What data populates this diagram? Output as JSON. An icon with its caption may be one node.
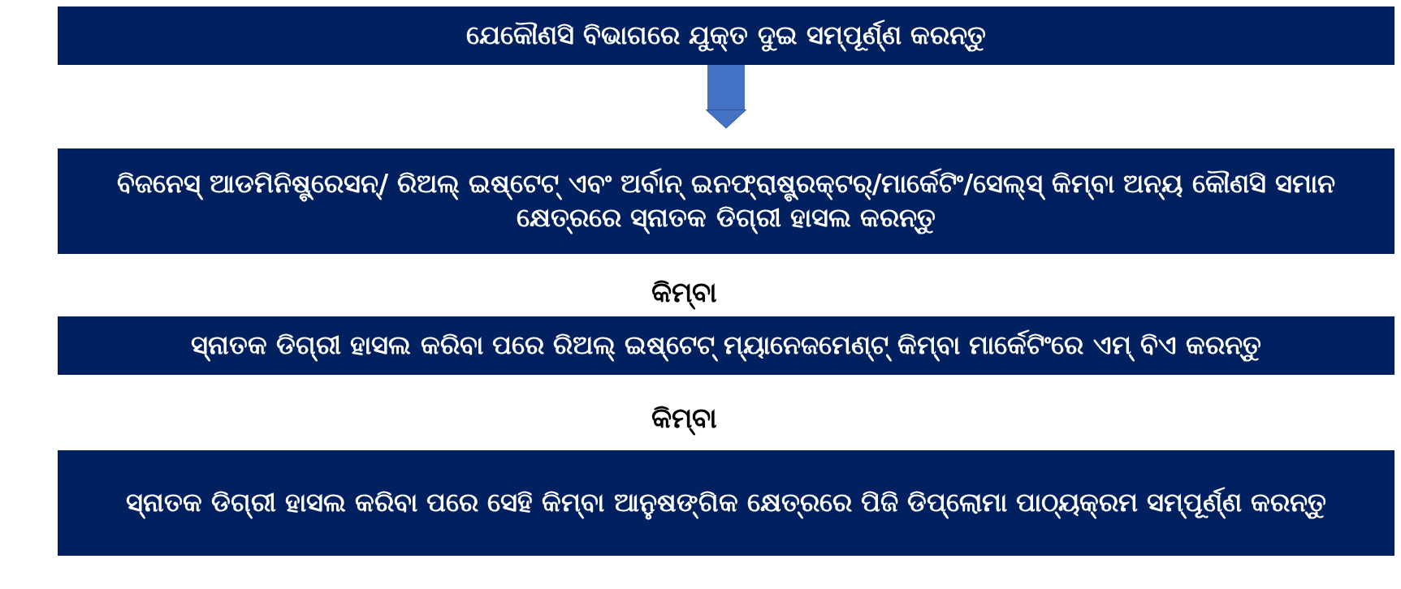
{
  "diagram": {
    "nodes": [
      {
        "text": [
          "ଯେକୌଣସି ବିଭାଗରେ ଯୁକ୍ତ ଦୁଇ ସମ୍ପୂର୍ଣ୍ଣ କରନ୍ତୁ"
        ]
      },
      {
        "text": [
          "ବିଜନେସ୍ ଆଡମିନିଷ୍ଟ୍ରେସନ୍/ ରିଅଲ୍ ଇଷ୍ଟେଟ୍ ଏବଂ ଅର୍ବାନ୍ ଇନଫ୍ରାଷ୍ଟ୍ରକ୍ଟର୍/ମାର୍କେଟିଂ/ସେଲ୍ସ୍ କିମ୍ବା ଅନ୍ୟ କୌଣସି ସମାନ କ୍ଷେତ୍ରରେ ସ୍ନାତକ ଡିଗ୍ରୀ ହାସଲ କରନ୍ତୁ"
        ]
      },
      {
        "text": [
          "ସ୍ନାତକ ଡିଗ୍ରୀ ହାସଲ କରିବା ପରେ ରିଅଲ୍ ଇଷ୍ଟେଟ୍ ମ୍ୟାନେଜମେଣ୍ଟ୍ କିମ୍ବା ମାର୍କେଟିଂରେ ଏମ୍ ବିଏ କରନ୍ତୁ"
        ]
      },
      {
        "text": [
          "ସ୍ନାତକ ଡିଗ୍ରୀ ହାସଲ କରିବା ପରେ ସେହି କିମ୍ବା ଆନୁଷଙ୍ଗିକ କ୍ଷେତ୍ରରେ ପିଜି ଡିପ୍ଲୋମା ପାଠ୍ୟକ୍ରମ ସମ୍ପୂର୍ଣ୍ଣ କରନ୍ତୁ"
        ]
      }
    ],
    "edges": [
      {
        "from": 0,
        "to": 1,
        "arrow": "to"
      }
    ],
    "labels": [
      "କିମ୍ବା",
      "କିମ୍ବା"
    ]
  }
}
